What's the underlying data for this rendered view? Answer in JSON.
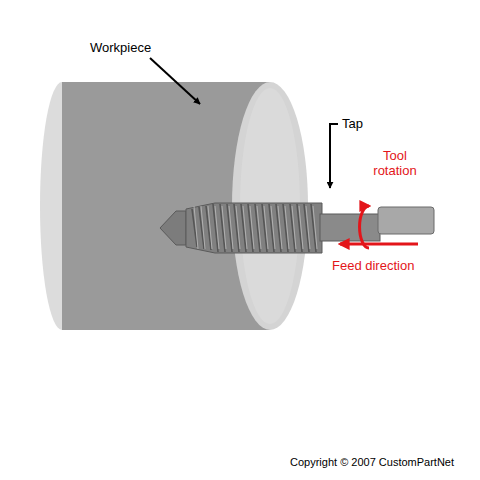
{
  "diagram": {
    "labels": [
      "Workpiece",
      "Tap",
      "Tool rotation",
      "Feed direction",
      "Copyright © 2007 CustomPartNet"
    ]
  }
}
